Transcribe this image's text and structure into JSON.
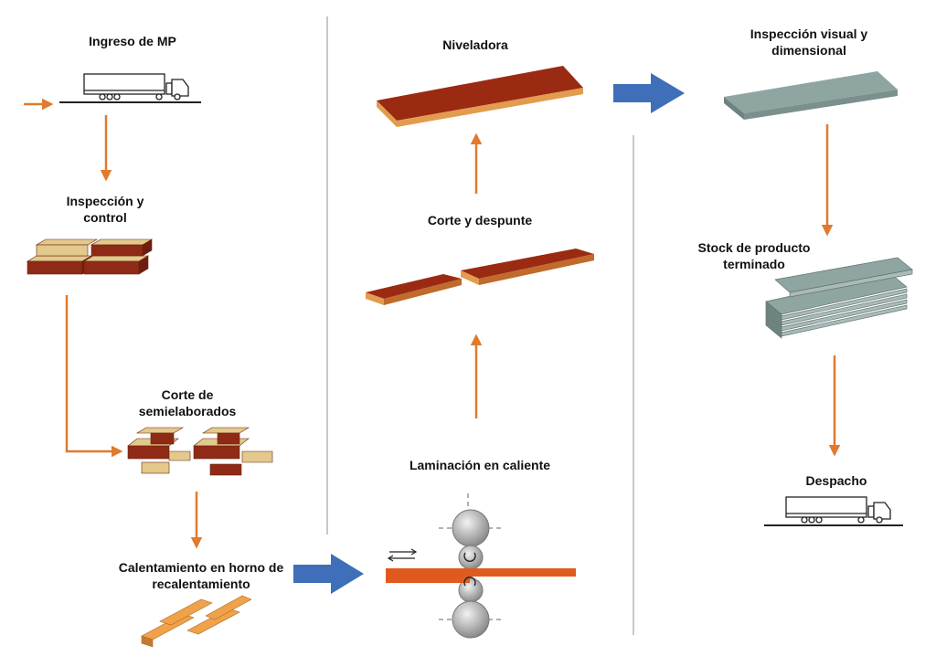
{
  "steps": {
    "ingreso": "Ingreso de MP",
    "inspeccion": "Inspección y\ncontrol",
    "corte_semi": "Corte de\nsemielaborados",
    "calentamiento": "Calentamiento en horno de\nrecalentamiento",
    "laminacion": "Laminación en caliente",
    "corte_despunte": "Corte y despunte",
    "niveladora": "Niveladora",
    "insp_visual": "Inspección visual y\ndimensional",
    "stock": "Stock de producto\nterminado",
    "despacho": "Despacho"
  },
  "colors": {
    "flow_arrow": "#e07a2e",
    "transfer_arrow": "#3e6fb8",
    "hot_plate": "#9b2a12",
    "hot_plate_edge": "#e39b4e",
    "finished_plate": "#8fa5a2",
    "billet": "#e3c98b",
    "heated_billet": "#f0a24a",
    "divider": "#c8c8c8"
  }
}
